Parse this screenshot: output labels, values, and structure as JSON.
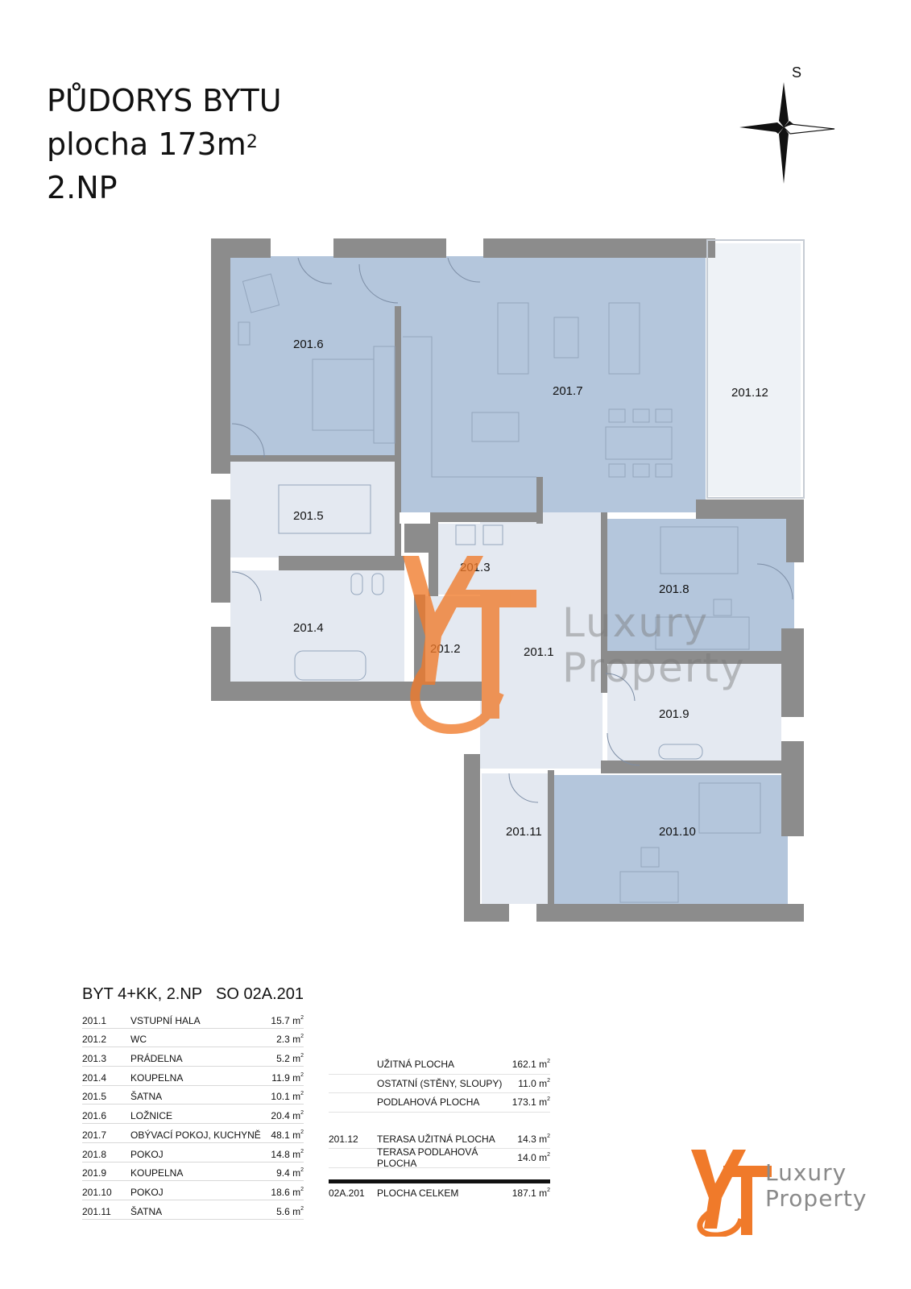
{
  "heading": {
    "line1": "PŮDORYS BYTU",
    "line2_prefix": "plocha 173m",
    "line2_sup": "2",
    "line3": "2.NP"
  },
  "compass": {
    "label": "S"
  },
  "rooms": {
    "r201_1": "201.1",
    "r201_2": "201.2",
    "r201_3": "201.3",
    "r201_4": "201.4",
    "r201_5": "201.5",
    "r201_6": "201.6",
    "r201_7": "201.7",
    "r201_8": "201.8",
    "r201_9": "201.9",
    "r201_10": "201.10",
    "r201_11": "201.11",
    "r201_12": "201.12"
  },
  "table": {
    "title_left": "BYT 4+KK, 2.NP",
    "title_right": "SO 02A.201",
    "unit": "m",
    "unit_sup": "2",
    "rows": [
      {
        "code": "201.1",
        "name": "VSTUPNÍ HALA",
        "area": "15.7"
      },
      {
        "code": "201.2",
        "name": "WC",
        "area": "2.3"
      },
      {
        "code": "201.3",
        "name": "PRÁDELNA",
        "area": "5.2"
      },
      {
        "code": "201.4",
        "name": "KOUPELNA",
        "area": "11.9"
      },
      {
        "code": "201.5",
        "name": "ŠATNA",
        "area": "10.1"
      },
      {
        "code": "201.6",
        "name": "LOŽNICE",
        "area": "20.4"
      },
      {
        "code": "201.7",
        "name": "OBÝVACÍ POKOJ, KUCHYNĚ",
        "area": "48.1"
      },
      {
        "code": "201.8",
        "name": "POKOJ",
        "area": "14.8"
      },
      {
        "code": "201.9",
        "name": "KOUPELNA",
        "area": "9.4"
      },
      {
        "code": "201.10",
        "name": "POKOJ",
        "area": "18.6"
      },
      {
        "code": "201.11",
        "name": "ŠATNA",
        "area": "5.6"
      }
    ]
  },
  "summary": {
    "rows": [
      {
        "code": "",
        "name": "UŽITNÁ PLOCHA",
        "area": "162.1"
      },
      {
        "code": "",
        "name": "OSTATNÍ (STĚNY, SLOUPY)",
        "area": "11.0"
      },
      {
        "code": "",
        "name": "PODLAHOVÁ PLOCHA",
        "area": "173.1"
      },
      {
        "code": "201.12",
        "name": "TERASA UŽITNÁ PLOCHA",
        "area": "14.3"
      },
      {
        "code": "",
        "name": "TERASA PODLAHOVÁ PLOCHA",
        "area": "14.0"
      }
    ],
    "total": {
      "code": "02A.201",
      "name": "PLOCHA CELKEM",
      "area": "187.1"
    }
  },
  "logo": {
    "line1": "Luxury",
    "line2": "Property"
  },
  "watermark": {
    "line1": "Luxury",
    "line2": "Property"
  },
  "colors": {
    "room_blue": "#b4c6dc",
    "room_light": "#e4e9f1",
    "wall": "#8c8c8c",
    "accent_orange": "#f07a2a"
  }
}
